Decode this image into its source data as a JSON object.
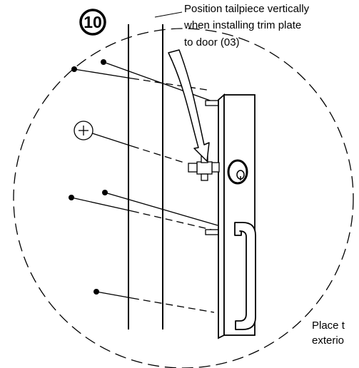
{
  "step": {
    "number": "10"
  },
  "callouts": {
    "top": {
      "line1": "Position tailpiece vertically",
      "line2": "when installing trim plate",
      "line3": "to door (03)"
    },
    "bottom": {
      "line1": "Place t",
      "line2": "exterio"
    }
  },
  "colors": {
    "ink": "#000000",
    "paper": "#ffffff"
  }
}
